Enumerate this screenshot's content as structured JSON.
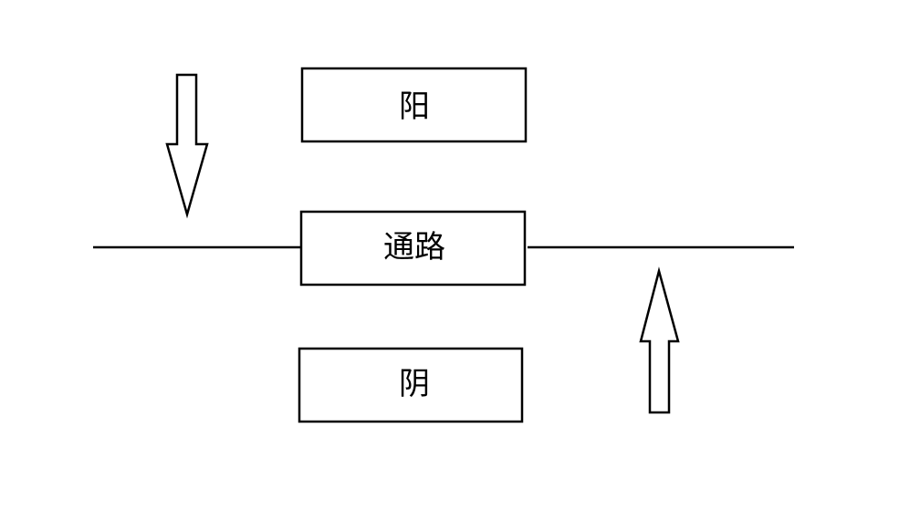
{
  "diagram": {
    "boxes": {
      "top": {
        "label": "阳"
      },
      "middle": {
        "label": "通路"
      },
      "bottom": {
        "label": "阴"
      }
    },
    "arrows": {
      "left": {
        "direction": "down"
      },
      "right": {
        "direction": "up"
      }
    },
    "colors": {
      "stroke": "#000000",
      "fill": "#ffffff",
      "background": "#ffffff"
    }
  }
}
